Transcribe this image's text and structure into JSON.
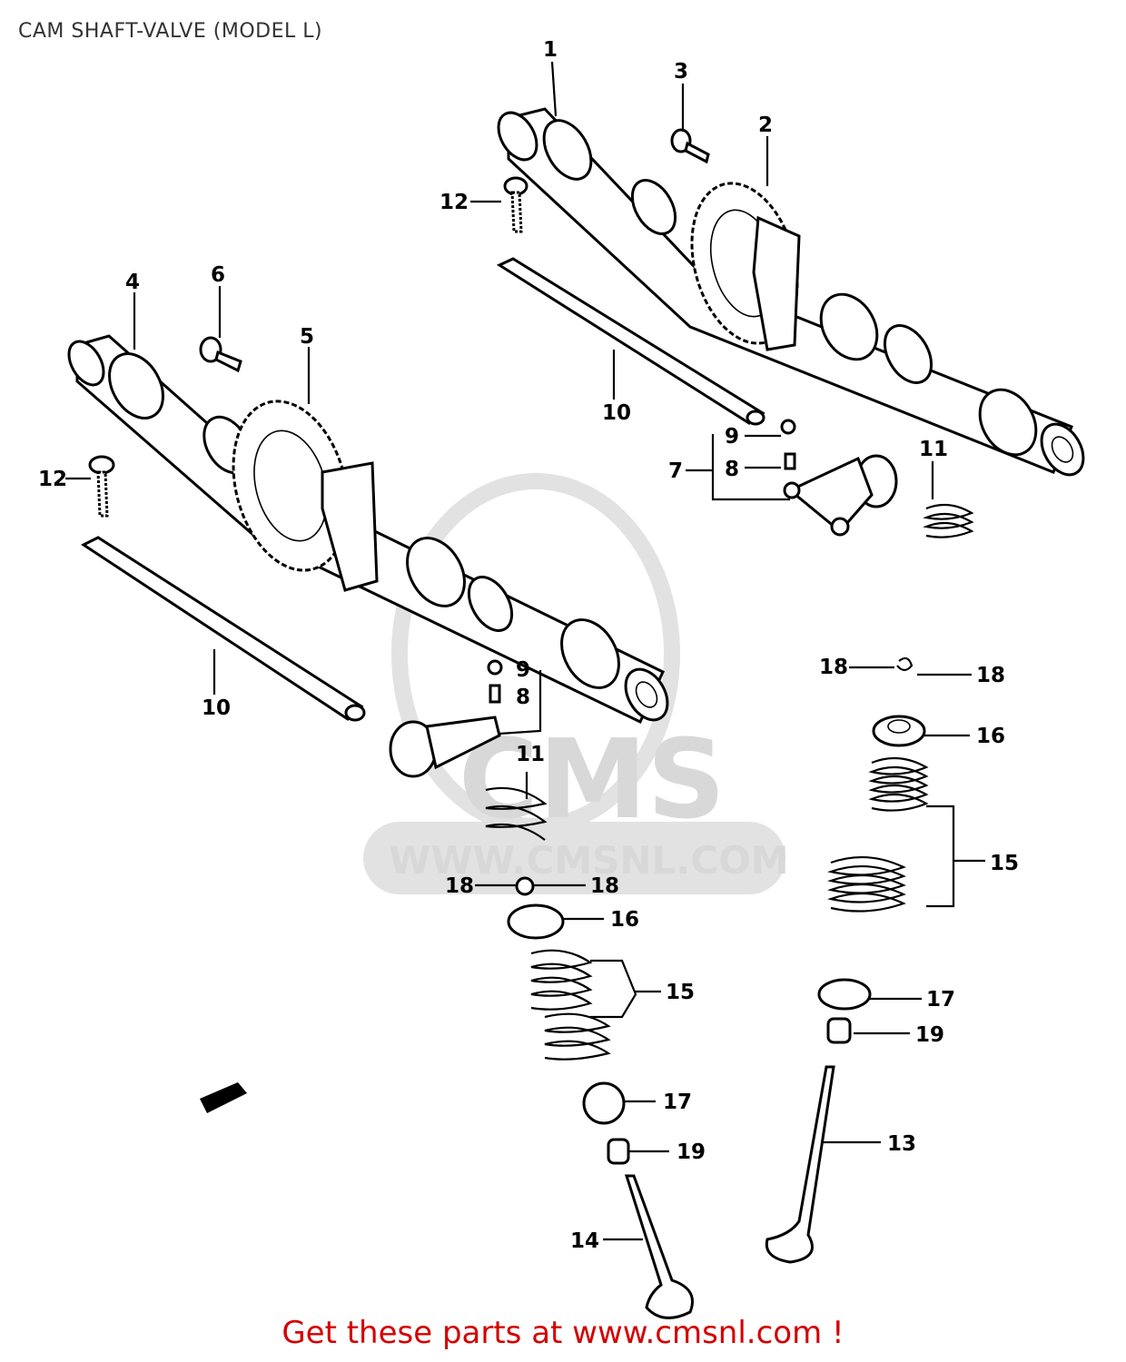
{
  "title": "CAM SHAFT-VALVE (MODEL L)",
  "footer": "Get these parts at www.cmsnl.com !",
  "watermark": {
    "logo_text": "CMS",
    "url_text": "WWW.CMSNL.COM"
  },
  "colors": {
    "footer": "#d40000",
    "watermark": "#d8d8d8",
    "ink": "#000000"
  },
  "callouts": {
    "c1": "1",
    "c2": "2",
    "c3": "3",
    "c4": "4",
    "c5": "5",
    "c6": "6",
    "c7": "7",
    "c8a": "8",
    "c8b": "8",
    "c9a": "9",
    "c9b": "9",
    "c10a": "10",
    "c10b": "10",
    "c11a": "11",
    "c11b": "11",
    "c12a": "12",
    "c12b": "12",
    "c13": "13",
    "c14": "14",
    "c15a": "15",
    "c15b": "15",
    "c16a": "16",
    "c16b": "16",
    "c17a": "17",
    "c17b": "17",
    "c18a": "18",
    "c18b": "18",
    "c18c": "18",
    "c18d": "18",
    "c19a": "19",
    "c19b": "19"
  }
}
